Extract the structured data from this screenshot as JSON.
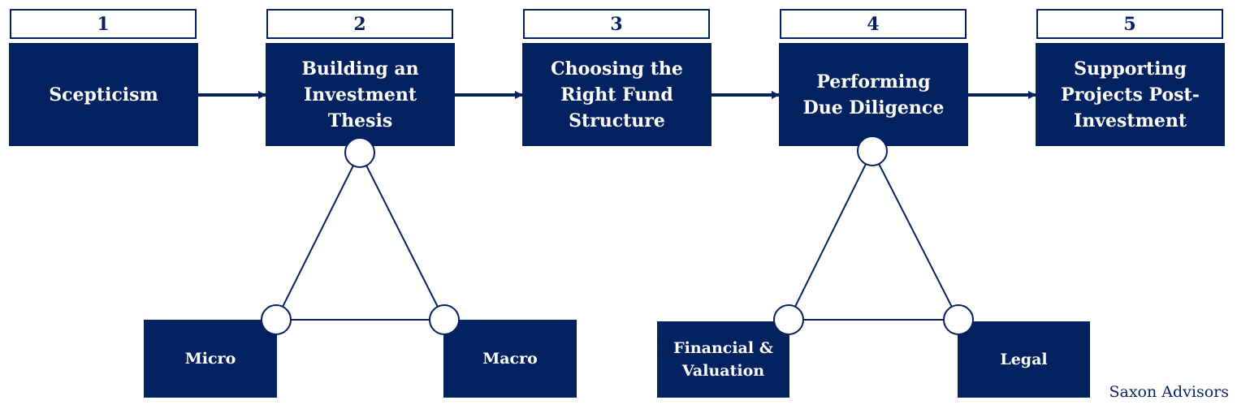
{
  "steps": [
    {
      "number": "1",
      "title": "Scepticism"
    },
    {
      "number": "2",
      "title": "Building an Investment Thesis"
    },
    {
      "number": "3",
      "title": "Choosing the Right Fund Structure"
    },
    {
      "number": "4",
      "title": "Performing Due Diligence"
    },
    {
      "number": "5",
      "title": "Supporting Projects Post-Investment"
    }
  ],
  "thesis_components": {
    "left": "Micro",
    "right": "Macro"
  },
  "diligence_components": {
    "left": "Financial & Valuation",
    "right": "Legal"
  },
  "brand": "Saxon Advisors",
  "colors": {
    "navy": "#03225f",
    "white": "#ffffff"
  }
}
